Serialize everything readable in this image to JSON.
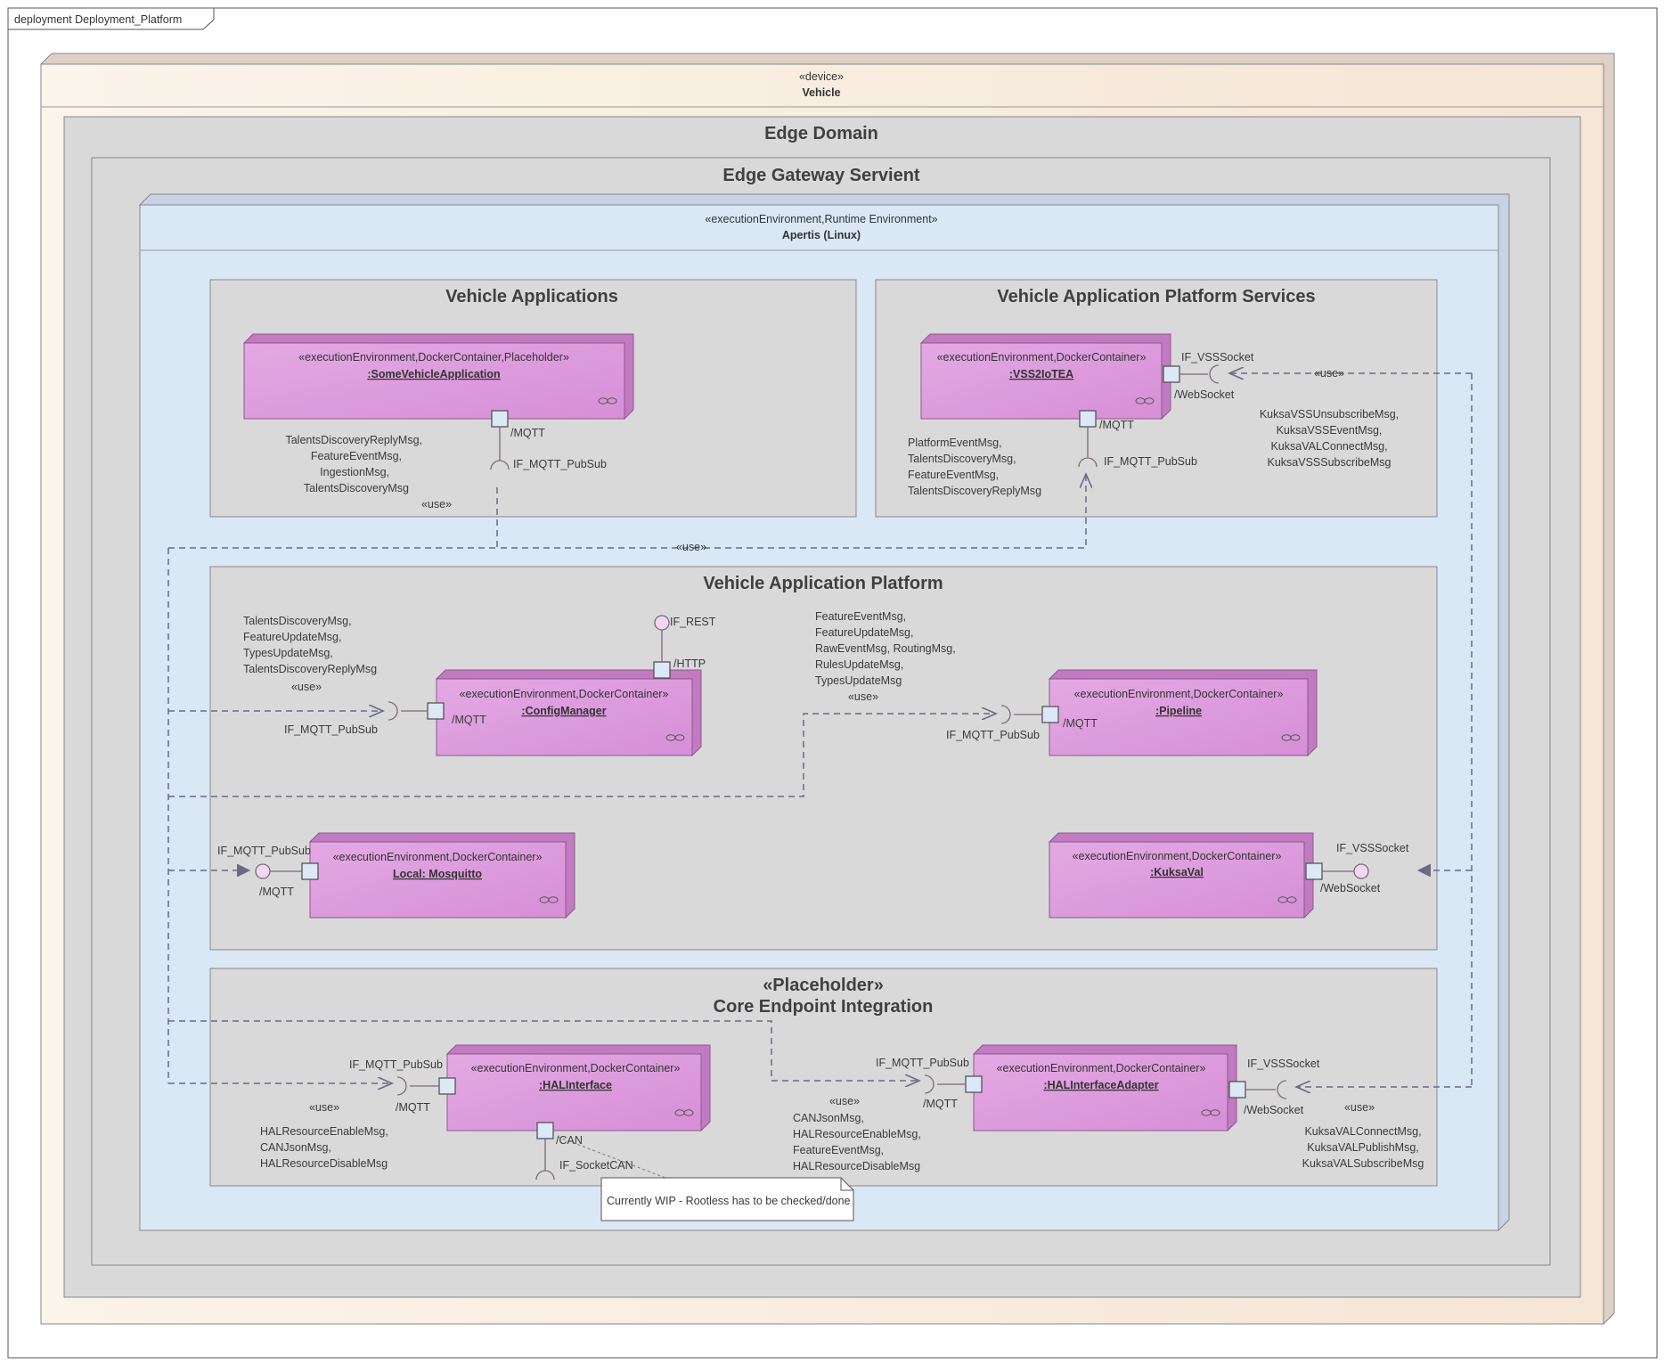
{
  "frame_label": "deployment Deployment_Platform",
  "device": {
    "stereotype": "«device»",
    "name": "Vehicle"
  },
  "edge_domain": "Edge Domain",
  "edge_gateway": "Edge Gateway Servient",
  "apertis": {
    "stereotype": "«executionEnvironment,Runtime Environment»",
    "name": "Apertis (Linux)"
  },
  "vehicle_applications": {
    "title": "Vehicle Applications",
    "some_app": {
      "stereotype": "«executionEnvironment,DockerContainer,Placeholder»",
      "name": ":SomeVehicleApplication"
    },
    "port_mqtt": "/MQTT",
    "iface_mqtt": "IF_MQTT_PubSub",
    "msgs": [
      "TalentsDiscoveryReplyMsg,",
      "FeatureEventMsg,",
      "IngestionMsg,",
      "TalentsDiscoveryMsg"
    ],
    "use": "«use»"
  },
  "platform_services": {
    "title": "Vehicle Application Platform Services",
    "vss2iotea": {
      "stereotype": "«executionEnvironment,DockerContainer»",
      "name": ":VSS2IoTEA"
    },
    "iface_vss": "IF_VSSSocket",
    "port_websocket": "/WebSocket",
    "port_mqtt": "/MQTT",
    "iface_mqtt": "IF_MQTT_PubSub",
    "use": "«use»",
    "msgs_left": [
      "PlatformEventMsg,",
      "TalentsDiscoveryMsg,",
      "FeatureEventMsg,",
      "TalentsDiscoveryReplyMsg"
    ],
    "msgs_right": [
      "KuksaVSSUnsubscribeMsg,",
      "KuksaVSSEventMsg,",
      "KuksaVALConnectMsg,",
      "KuksaVSSSubscribeMsg"
    ]
  },
  "mid_use": "«use»",
  "platform": {
    "title": "Vehicle Application Platform",
    "config": {
      "stereotype": "«executionEnvironment,DockerContainer»",
      "name": ":ConfigManager"
    },
    "config_msgs": [
      "TalentsDiscoveryMsg,",
      "FeatureUpdateMsg,",
      "TypesUpdateMsg,",
      "TalentsDiscoveryReplyMsg"
    ],
    "config_use": "«use»",
    "config_iface_mqtt": "IF_MQTT_PubSub",
    "config_port_mqtt": "/MQTT",
    "iface_rest": "IF_REST",
    "port_http": "/HTTP",
    "pipeline": {
      "stereotype": "«executionEnvironment,DockerContainer»",
      "name": ":Pipeline"
    },
    "pipeline_msgs": [
      "FeatureEventMsg,",
      "FeatureUpdateMsg,",
      "RawEventMsg, RoutingMsg,",
      "RulesUpdateMsg,",
      "TypesUpdateMsg"
    ],
    "pipeline_use": "«use»",
    "pipeline_iface_mqtt": "IF_MQTT_PubSub",
    "pipeline_port_mqtt": "/MQTT",
    "mosquitto": {
      "stereotype": "«executionEnvironment,DockerContainer»",
      "name": "Local: Mosquitto"
    },
    "mosquitto_iface": "IF_MQTT_PubSub",
    "mosquitto_port": "/MQTT",
    "kuksa": {
      "stereotype": "«executionEnvironment,DockerContainer»",
      "name": ":KuksaVal"
    },
    "kuksa_iface": "IF_VSSSocket",
    "kuksa_port": "/WebSocket"
  },
  "core": {
    "stereotype": "«Placeholder»",
    "title": "Core Endpoint Integration",
    "hal": {
      "stereotype": "«executionEnvironment,DockerContainer»",
      "name": ":HALInterface"
    },
    "hal_iface_mqtt": "IF_MQTT_PubSub",
    "hal_port_mqtt": "/MQTT",
    "hal_use": "«use»",
    "hal_msgs": [
      "HALResourceEnableMsg,",
      "CANJsonMsg,",
      "HALResourceDisableMsg"
    ],
    "hal_port_can": "/CAN",
    "hal_iface_can": "IF_SocketCAN",
    "adapter": {
      "stereotype": "«executionEnvironment,DockerContainer»",
      "name": ":HALInterfaceAdapter"
    },
    "adapter_iface_mqtt": "IF_MQTT_PubSub",
    "adapter_port_mqtt": "/MQTT",
    "adapter_use": "«use»",
    "adapter_msgs": [
      "CANJsonMsg,",
      "HALResourceEnableMsg,",
      "FeatureEventMsg,",
      "HALResourceDisableMsg"
    ],
    "adapter_iface_vss": "IF_VSSSocket",
    "adapter_port_ws": "/WebSocket",
    "adapter_use_right": "«use»",
    "adapter_msgs_right": [
      "KuksaVALConnectMsg,",
      "KuksaVALPublishMsg,",
      "KuksaVALSubscribeMsg"
    ]
  },
  "note": "Currently WIP - Rootless has to be checked/done"
}
